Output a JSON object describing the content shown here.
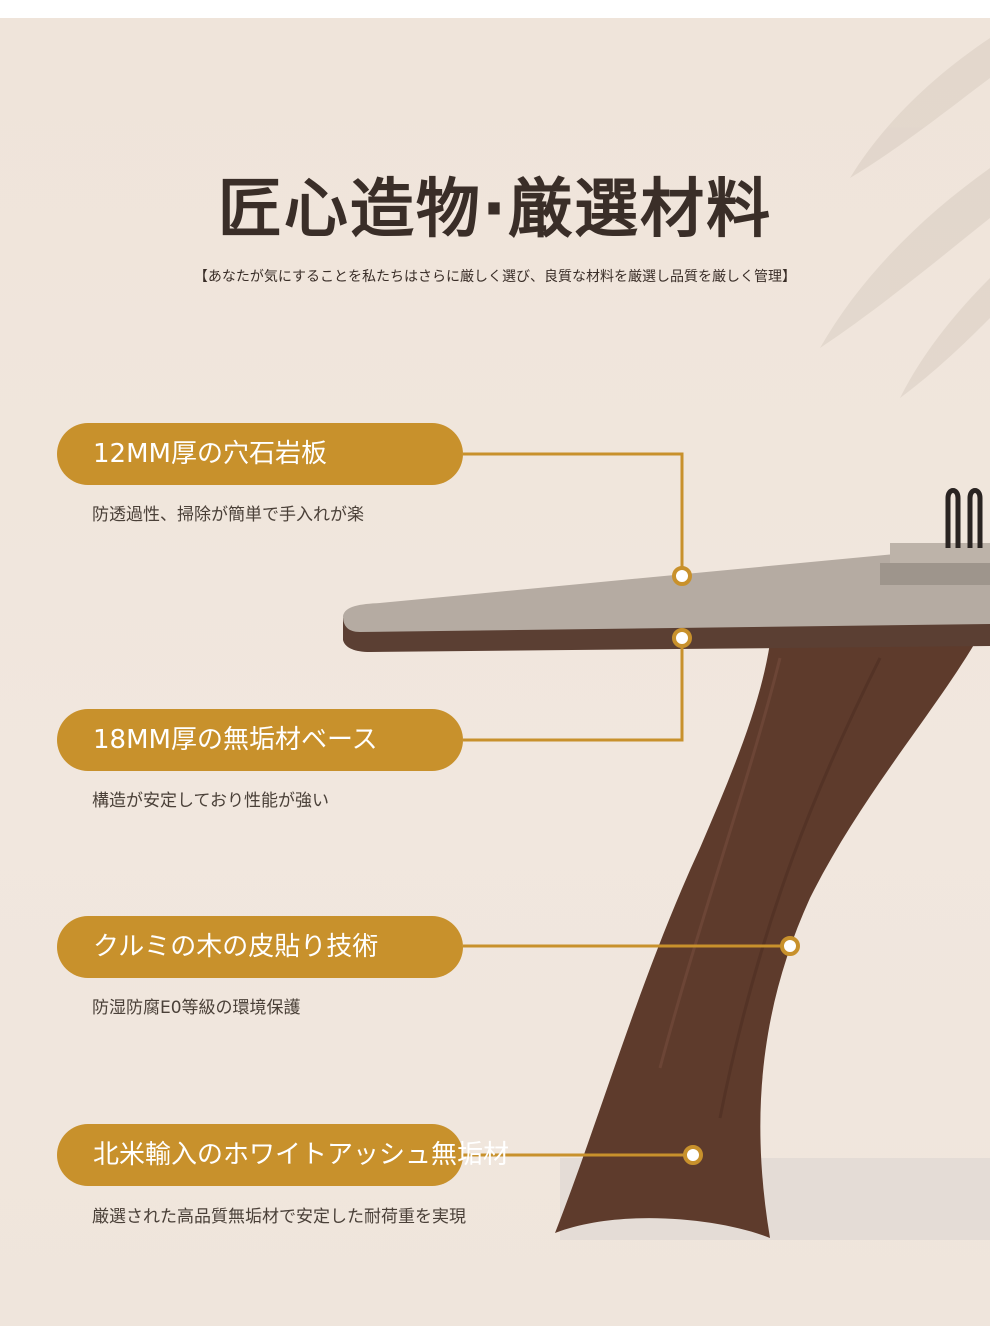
{
  "header": {
    "title": "匠心造物·厳選材料",
    "subtitle": "【あなたが気にすることを私たちはさらに厳しく選び、良質な材料を厳選し品質を厳しく管理】"
  },
  "features": [
    {
      "label": "12MM厚の穴石岩板",
      "description": "防透過性、掃除が簡単で手入れが楽"
    },
    {
      "label": "18MM厚の無垢材ベース",
      "description": "構造が安定しており性能が強い"
    },
    {
      "label": "クルミの木の皮貼り技術",
      "description": "防湿防腐E0等級の環境保護"
    },
    {
      "label": "北米輸入のホワイトアッシュ無垢材",
      "description": "厳選された高品質無垢材で安定した耐荷重を実現"
    }
  ],
  "colors": {
    "accent": "#c8912c",
    "background": "#efe4da",
    "text": "#3a2e28",
    "wood": "#5e3b2c"
  }
}
